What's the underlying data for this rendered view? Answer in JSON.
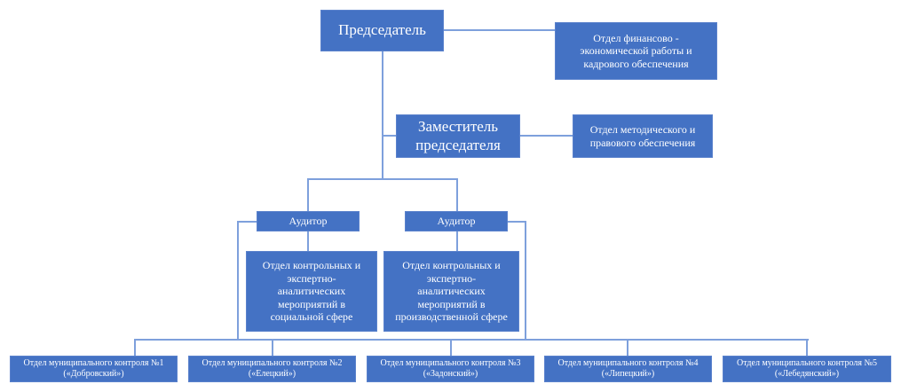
{
  "chart_data": {
    "type": "org-chart",
    "nodes": [
      {
        "id": "chair",
        "label": "Председатель",
        "parent": null
      },
      {
        "id": "finance",
        "label": "Отдел финансово -\nэкономической работы и\nкадрового обеспечения",
        "parent": "chair"
      },
      {
        "id": "deputy",
        "label": "Заместитель\nпредседателя",
        "parent": "chair"
      },
      {
        "id": "method",
        "label": "Отдел методического и\nправового обеспечения",
        "parent": "deputy"
      },
      {
        "id": "auditor1",
        "label": "Аудитор",
        "parent": "deputy"
      },
      {
        "id": "auditor2",
        "label": "Аудитор",
        "parent": "deputy"
      },
      {
        "id": "dept_social",
        "label": "Отдел контрольных и\nэкспертно-\nаналитических\nмероприятий в\nсоциальной сфере",
        "parent": "auditor1"
      },
      {
        "id": "dept_prod",
        "label": "Отдел контрольных и\nэкспертно-\nаналитических\nмероприятий в\nпроизводственной сфере",
        "parent": "auditor2"
      },
      {
        "id": "mun1",
        "label": "Отдел муниципального контроля №1\n(«Добровский»)",
        "parent": "auditors"
      },
      {
        "id": "mun2",
        "label": "Отдел муниципального контроля №2\n(«Елецкий»)",
        "parent": "auditors"
      },
      {
        "id": "mun3",
        "label": "Отдел муниципального контроля №3\n(«Задонский»)",
        "parent": "auditors"
      },
      {
        "id": "mun4",
        "label": "Отдел муниципального контроля №4\n(«Липецкий»)",
        "parent": "auditors"
      },
      {
        "id": "mun5",
        "label": "Отдел муниципального контроля №5\n(«Лебедянский»)",
        "parent": "auditors"
      }
    ],
    "colors": {
      "box": "#4472C4",
      "line": "#7ea0dc",
      "text": "#ffffff"
    }
  },
  "labels": {
    "chair": "Председатель",
    "finance": "Отдел финансово -\nэкономической работы и\nкадрового обеспечения",
    "deputy": "Заместитель\nпредседателя",
    "method": "Отдел методического и\nправового обеспечения",
    "auditor_left": "Аудитор",
    "auditor_right": "Аудитор",
    "dept_social": "Отдел контрольных и\nэкспертно-\nаналитических\nмероприятий в\nсоциальной сфере",
    "dept_prod": "Отдел контрольных и\nэкспертно-\nаналитических\nмероприятий в\nпроизводственной сфере",
    "municipal": [
      "Отдел муниципального контроля №1\n(«Добровский»)",
      "Отдел муниципального контроля №2\n(«Елецкий»)",
      "Отдел муниципального контроля №3\n(«Задонский»)",
      "Отдел муниципального контроля №4\n(«Липецкий»)",
      "Отдел муниципального контроля №5\n(«Лебедянский»)"
    ]
  }
}
